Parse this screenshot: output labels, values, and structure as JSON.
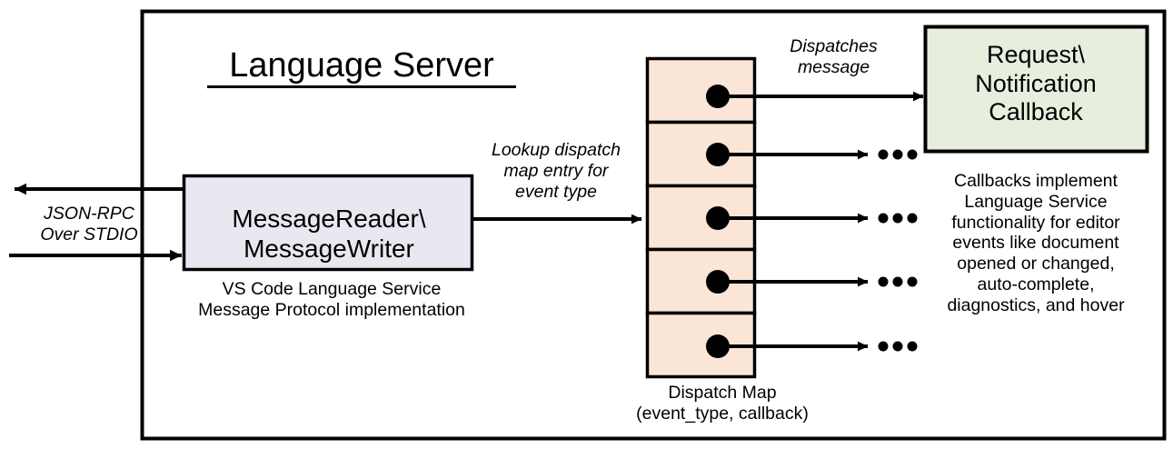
{
  "diagram": {
    "title": "Language Server",
    "outer_boundary": {
      "name": "language-server-boundary"
    },
    "external_channel": {
      "label": "JSON-RPC\nOver STDIO",
      "inbound_arrow": "arrow-into-message-reader",
      "outbound_arrow": "arrow-out-to-client"
    },
    "message_io_box": {
      "label": "MessageReader\\\nMessageWriter",
      "caption": "VS Code Language Service\nMessage Protocol implementation",
      "fill": "#eae7f1",
      "stroke": "#000000"
    },
    "lookup_edge": {
      "label": "Lookup dispatch\nmap entry for\nevent type"
    },
    "dispatch_map": {
      "caption": "Dispatch Map\n(event_type, callback)",
      "fill": "#fbe5d6",
      "stroke": "#000000",
      "row_count": 5,
      "rows": [
        {
          "index": 0,
          "dot": "dispatch-entry-dot",
          "edge_label": "Dispatches\nmessage",
          "target": "callback-box"
        },
        {
          "index": 1,
          "dot": "dispatch-entry-dot",
          "edge_label": "",
          "target": "ellipsis"
        },
        {
          "index": 2,
          "dot": "dispatch-entry-dot",
          "edge_label": "",
          "target": "ellipsis"
        },
        {
          "index": 3,
          "dot": "dispatch-entry-dot",
          "edge_label": "",
          "target": "ellipsis"
        },
        {
          "index": 4,
          "dot": "dispatch-entry-dot",
          "edge_label": "",
          "target": "ellipsis"
        }
      ],
      "ellipsis_glyph": "•••"
    },
    "callback_box": {
      "label": "Request\\\nNotification\nCallback",
      "caption": "Callbacks implement\nLanguage Service\nfunctionality for editor\nevents like document\nopened or changed,\nauto-complete,\ndiagnostics, and hover",
      "fill": "#e8eedd",
      "stroke": "#000000"
    }
  }
}
